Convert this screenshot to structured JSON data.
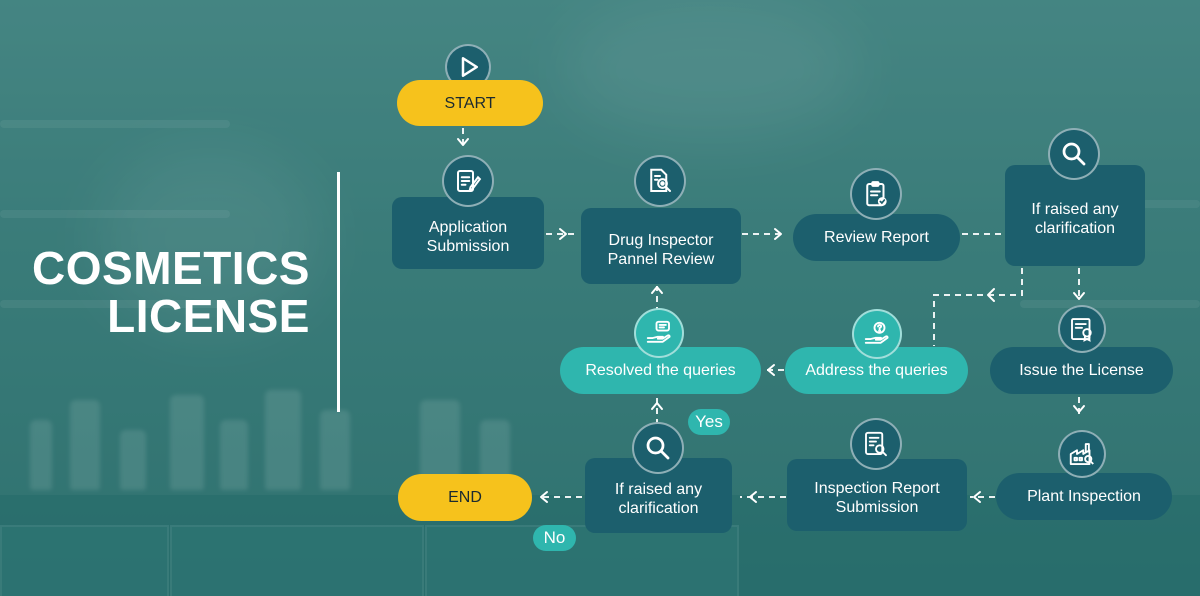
{
  "title": {
    "line1": "COSMETICS",
    "line2": "LICENSE"
  },
  "nodes": {
    "start": "START",
    "end": "END",
    "application": "Application Submission",
    "drug_inspector": "Drug Inspector Pannel Review",
    "review_report": "Review Report",
    "clarification_top": "If raised any clarification",
    "issue_license": "Issue the License",
    "plant_inspection": "Plant Inspection",
    "inspection_report": "Inspection Report Submission",
    "clarification_bottom": "If raised any clarification",
    "address_queries": "Address the queries",
    "resolved_queries": "Resolved the queries"
  },
  "labels": {
    "yes": "Yes",
    "no": "No"
  },
  "colors": {
    "dark_node": "#1c5f6d",
    "teal_node": "#2fb6ae",
    "terminal": "#f6c21c",
    "text": "#ffffff"
  },
  "icons": {
    "start": "play-icon",
    "application": "form-edit-icon",
    "drug_inspector": "document-inspect-icon",
    "review_report": "clipboard-check-icon",
    "clarification_top": "magnifier-icon",
    "issue_license": "certificate-icon",
    "plant_inspection": "factory-inspection-icon",
    "inspection_report": "report-search-icon",
    "clarification_bottom": "magnifier-icon",
    "address_queries": "hand-question-icon",
    "resolved_queries": "hand-message-icon"
  }
}
